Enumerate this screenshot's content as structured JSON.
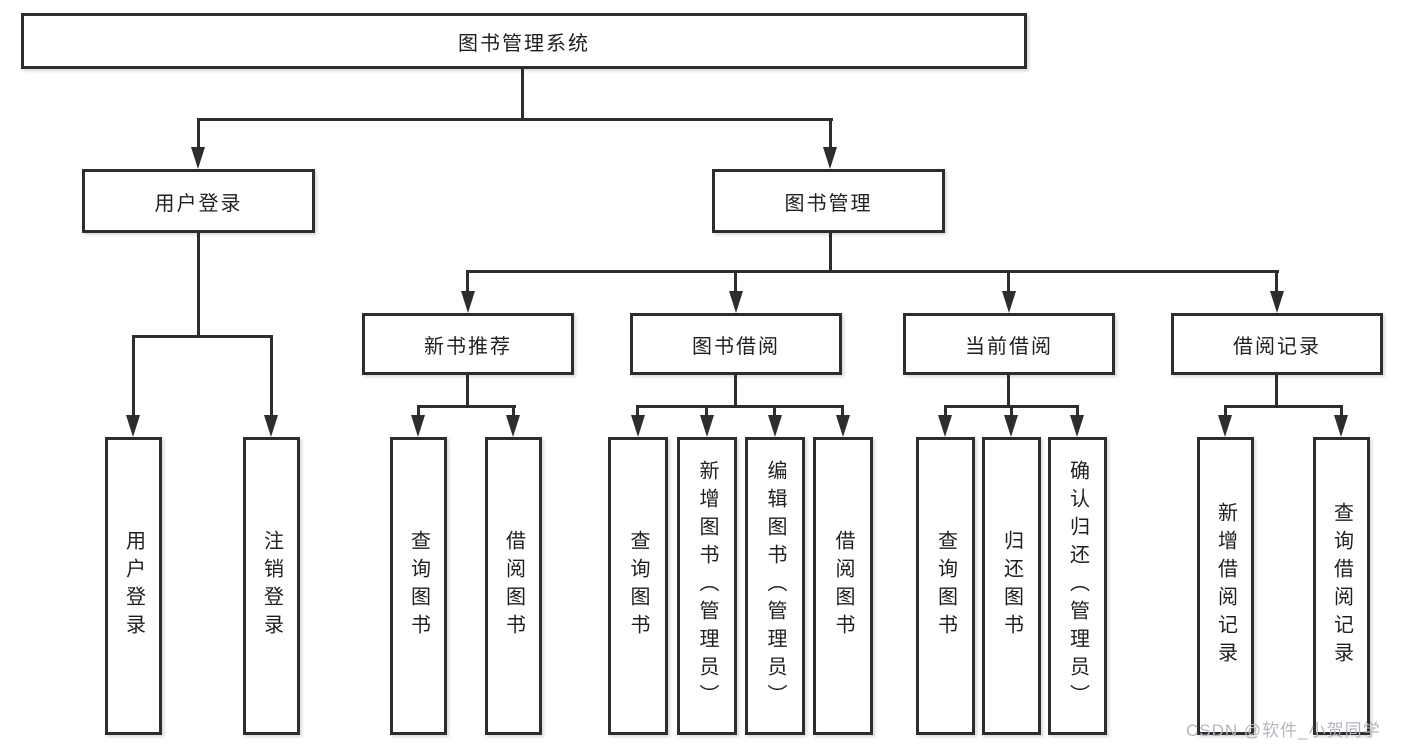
{
  "colors": {
    "line": "#2d2d2d",
    "text": "#1f1f1f",
    "watermark": "#b3b6bc",
    "background": "#ffffff"
  },
  "diagram": {
    "root": {
      "label": "图书管理系统"
    },
    "branches": [
      {
        "label": "用户登录",
        "children": [
          {
            "label": "用户登录"
          },
          {
            "label": "注销登录"
          }
        ]
      },
      {
        "label": "图书管理",
        "children": [
          {
            "label": "新书推荐",
            "children": [
              {
                "label": "查询图书"
              },
              {
                "label": "借阅图书"
              }
            ]
          },
          {
            "label": "图书借阅",
            "children": [
              {
                "label": "查询图书"
              },
              {
                "label": "新增图书（管理员）"
              },
              {
                "label": "编辑图书（管理员）"
              },
              {
                "label": "借阅图书"
              }
            ]
          },
          {
            "label": "当前借阅",
            "children": [
              {
                "label": "查询图书"
              },
              {
                "label": "归还图书"
              },
              {
                "label": "确认归还（管理员）"
              }
            ]
          },
          {
            "label": "借阅记录",
            "children": [
              {
                "label": "新增借阅记录"
              },
              {
                "label": "查询借阅记录"
              }
            ]
          }
        ]
      }
    ]
  },
  "watermark": {
    "text": "CSDN @软件_小贺同学"
  }
}
